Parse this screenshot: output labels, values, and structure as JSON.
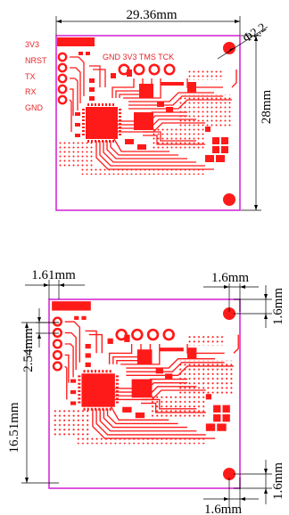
{
  "top": {
    "width_label": "29.36mm",
    "height_label": "28mm",
    "hole_label": "Φ2.2",
    "pin_labels": [
      "3V3",
      "NRST",
      "TX",
      "RX",
      "GND"
    ],
    "header_label": "GND 3V3 TMS TCK"
  },
  "bottom": {
    "pin_offset_label": "1.61mm",
    "hole_offset_top_x": "1.6mm",
    "hole_offset_top_y": "1.6mm",
    "pitch_label": "2.54mm",
    "pins_span_label": "16.51mm",
    "hole_offset_bottom_x": "1.6mm",
    "hole_offset_bottom_y": "1.6mm"
  },
  "colors": {
    "board_outline": "#d62bd6",
    "copper": "#ff1a1a",
    "label_text": "#e8262b",
    "dimension": "#000000"
  }
}
